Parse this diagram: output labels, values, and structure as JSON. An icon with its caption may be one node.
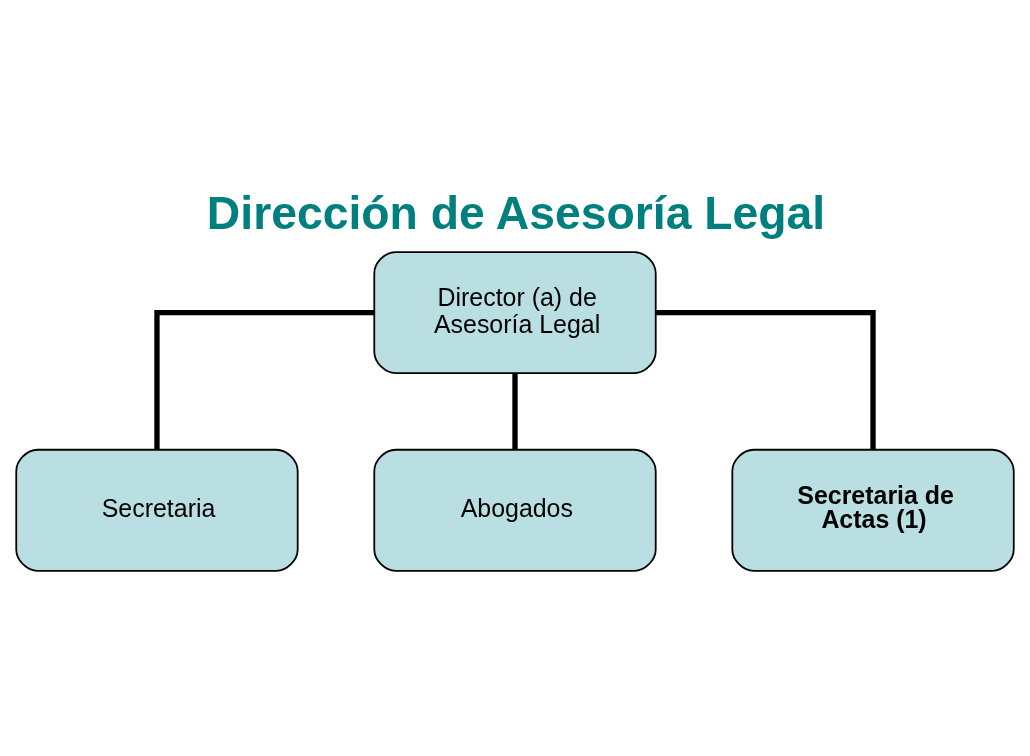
{
  "diagram": {
    "title": "Dirección de Asesoría Legal",
    "nodes": [
      {
        "text": [
          "Director (a) de Asesoría Legal"
        ]
      },
      {
        "text": [
          "Secretaria"
        ]
      },
      {
        "text": [
          "Abogados"
        ]
      },
      {
        "text": [
          "Secretaria de Actas (1)"
        ]
      }
    ],
    "edges": [
      {
        "from": 0,
        "to": 1,
        "arrow": "none"
      },
      {
        "from": 0,
        "to": 2,
        "arrow": "none"
      },
      {
        "from": 0,
        "to": 3,
        "arrow": "none"
      }
    ]
  }
}
